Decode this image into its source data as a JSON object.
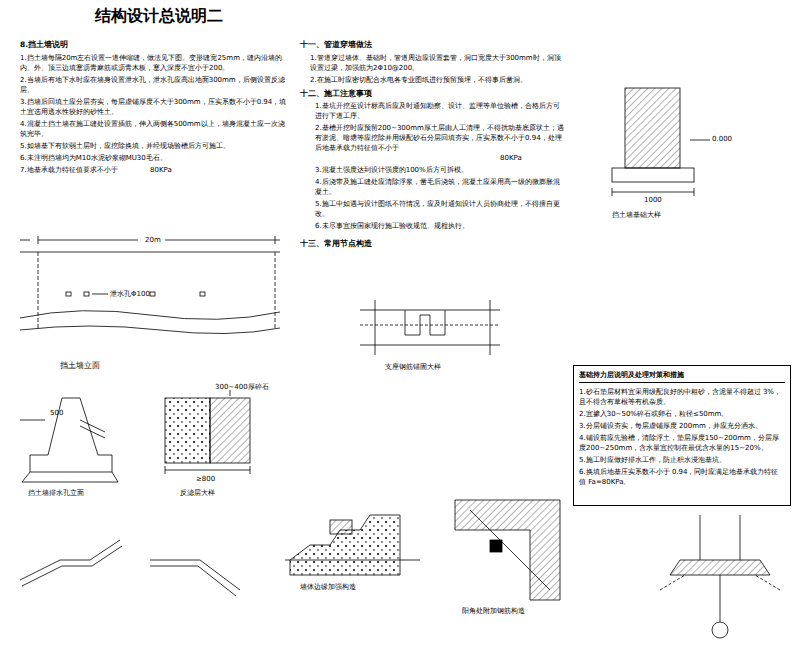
{
  "diagram": {
    "title": "结构设计总说明二",
    "nodes": [
      {
        "text": [
          "基础持力层说明及处理对策和措施",
          "1.砂石垫层材料宜采用级配良好的中粗砂，含泥量不得超过 3%，且不得含有草根等有机杂质。",
          "2.宜掺入30~50%碎石或卵石，粒径≤50mm。",
          "3.分层铺设夯实，每层虚铺厚度 200mm，并应充分洒水。",
          "4.铺设前应先验槽，清除浮土，垫层厚度150~200mm，分层厚度200~250mm，含水量宜控制在最优含水量的15~20%。",
          "5.施工时应做好排水工作，防止积水浸泡基坑。",
          "6.换填后地基压实系数不小于 0.94，同时应满足地基承载力特征值 Fa=80KPa。"
        ]
      }
    ],
    "labels": [
      "8.挡土墙说明",
      "1.挡土墙每隔20m左右设置一道伸缩缝，做法见下图。变形缝宽25mm，缝内沿墙的内、外、顶三边填塞沥青麻筋或沥青木板，塞入深度不宜小于200。",
      "2.当墙后有地下水时应在墙身设置泄水孔，泄水孔应高出地面300mm，后侧设置反滤层。",
      "3.挡墙后回填土应分层夯实，每层虚铺厚度不大于300mm，压实系数不小于0.94，填土宜选用透水性较好的砂性土。",
      "4.混凝土挡土墙在施工缝处设置插筋，伸入两侧各500mm以上，墙身混凝土应一次浇筑完毕。",
      "5.如墙基下有软弱土层时，应挖除换填，并经现场验槽后方可施工。",
      "6.未注明挡墙均为M10水泥砂浆砌MU30毛石。",
      "7.地基承载力特征值要求不小于",
      "80KPa",
      "20m",
      "泄水孔Φ100",
      "挡土墙立面",
      "500",
      "挡土墙排水孔立面",
      "300~400厚碎石",
      "≥800",
      "反滤层大样",
      "十一、管道穿墙做法",
      "1.管道穿过墙体、基础时，管道周边应设置套管，洞口宽度大于300mm时，洞顶设置过梁，加强筋为2Φ10@200。",
      "2.在施工时应密切配合水电各专业图纸进行预留预埋，不得事后凿洞。",
      "十二、施工注意事项",
      "1.基坑开挖至设计标高后应及时通知勘察、设计、监理等单位验槽，合格后方可进行下道工序。",
      "2.基槽开挖时应预留200~300mm厚土层由人工清理，不得扰动基底原状土；遇有淤泥、暗塘等应挖除并用级配砂石分层回填夯实，压实系数不小于0.94，处理后地基承载力特征值不小于",
      "80KPa",
      "3.混凝土强度达到设计强度的100%后方可拆模。",
      "4.后浇带及施工缝处应清除浮浆，凿毛后浇筑，混凝土应采用高一级的微膨胀混凝土。",
      "5.施工中如遇与设计图纸不符情况，应及时通知设计人员协商处理，不得擅自更改。",
      "6.未尽事宜按国家现行施工验收规范、规程执行。",
      "十三、常用节点构造",
      "支座钢筋锚固大样",
      "墙体边缘加强构造",
      "阳角处附加钢筋构造",
      "0.000",
      "1000",
      "挡土墙基础大样"
    ]
  }
}
